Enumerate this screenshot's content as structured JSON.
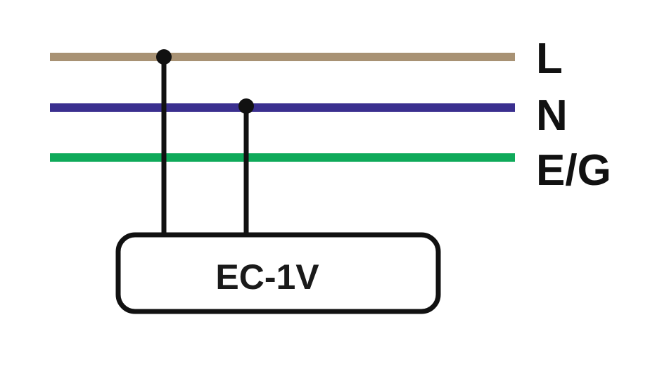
{
  "wires": [
    {
      "id": "live",
      "label": "L",
      "color": "#a89274"
    },
    {
      "id": "neutral",
      "label": "N",
      "color": "#3a2f8f"
    },
    {
      "id": "earth",
      "label": "E/G",
      "color": "#0faa5a"
    }
  ],
  "device": {
    "label": "EC-1V"
  },
  "colors": {
    "conductor": "#111111",
    "background": "#ffffff"
  }
}
